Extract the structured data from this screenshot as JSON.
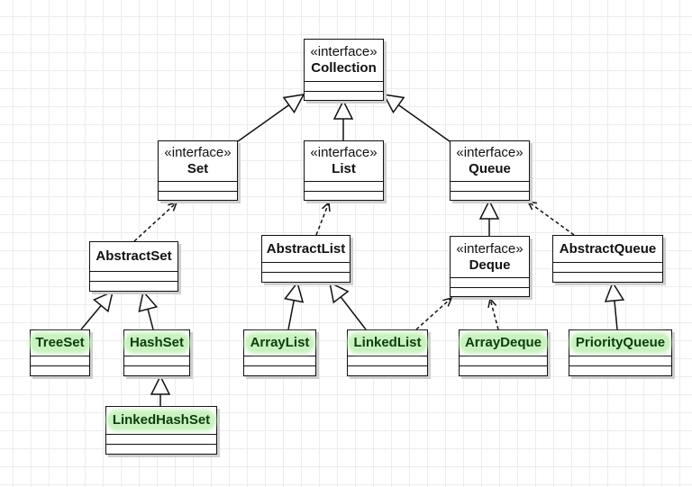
{
  "diagram": {
    "stereotype": "«interface»",
    "highlight_color": "#c9f2c0",
    "nodes": {
      "collection": "Collection",
      "set": "Set",
      "list": "List",
      "queue": "Queue",
      "deque": "Deque",
      "abstract_set": "AbstractSet",
      "abstract_list": "AbstractList",
      "abstract_queue": "AbstractQueue",
      "tree_set": "TreeSet",
      "hash_set": "HashSet",
      "linked_hash_set": "LinkedHashSet",
      "array_list": "ArrayList",
      "linked_list": "LinkedList",
      "array_deque": "ArrayDeque",
      "priority_queue": "PriorityQueue"
    }
  }
}
